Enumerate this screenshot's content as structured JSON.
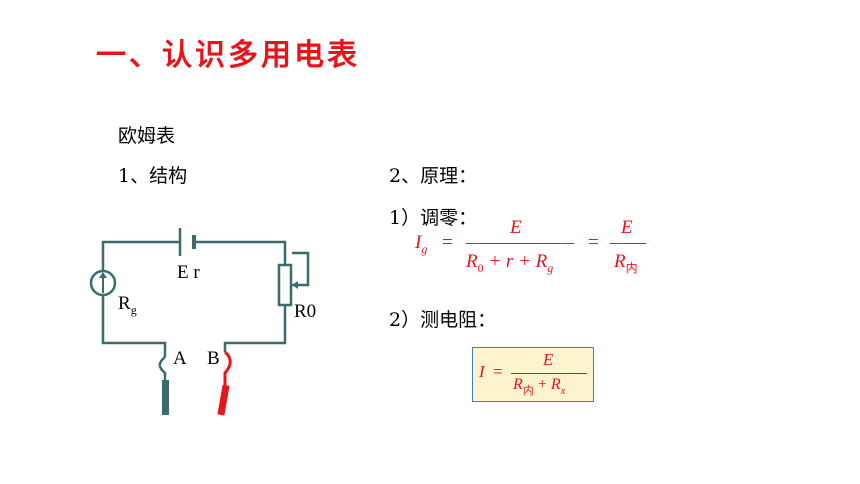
{
  "title": "一、认识多用电表",
  "section": "欧姆表",
  "structure_label": "1、结构",
  "principle_label": "2、原理：",
  "zeroing_label": "1）调零：",
  "measure_label": "2）测电阻：",
  "circuit": {
    "battery_label": "E r",
    "galvanometer_label": "R",
    "galvanometer_sub": "g",
    "rheostat_label": "R0",
    "terminal_a": "A",
    "terminal_b": "B"
  },
  "formula1": {
    "lhs": "I",
    "lhs_sub": "g",
    "eq1": "=",
    "num1": "E",
    "den1": "R",
    "den1_sub": "0",
    "den1_rest": " + r + R",
    "den1_rest_sub": "g",
    "eq2": "=",
    "num2": "E",
    "den2": "R",
    "den2_sub": "内"
  },
  "formula2": {
    "lhs": "I",
    "eq": "=",
    "num": "E",
    "den_a": "R",
    "den_a_sub": "内",
    "den_plus": " + ",
    "den_b": "R",
    "den_b_sub": "x"
  },
  "colors": {
    "title": "#e8141b",
    "formula": "#e8141b",
    "wire": "#3d6b6b",
    "probe_red": "#e8141b",
    "box_fill": "#fdf4cf",
    "box_border": "#4a78c8"
  }
}
